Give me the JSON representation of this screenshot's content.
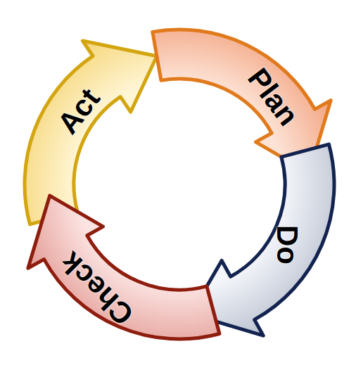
{
  "diagram": {
    "nodes": [
      {
        "text": [
          "Plan"
        ]
      },
      {
        "text": [
          "Do"
        ]
      },
      {
        "text": [
          "Check"
        ]
      },
      {
        "text": [
          "Act"
        ]
      }
    ]
  }
}
